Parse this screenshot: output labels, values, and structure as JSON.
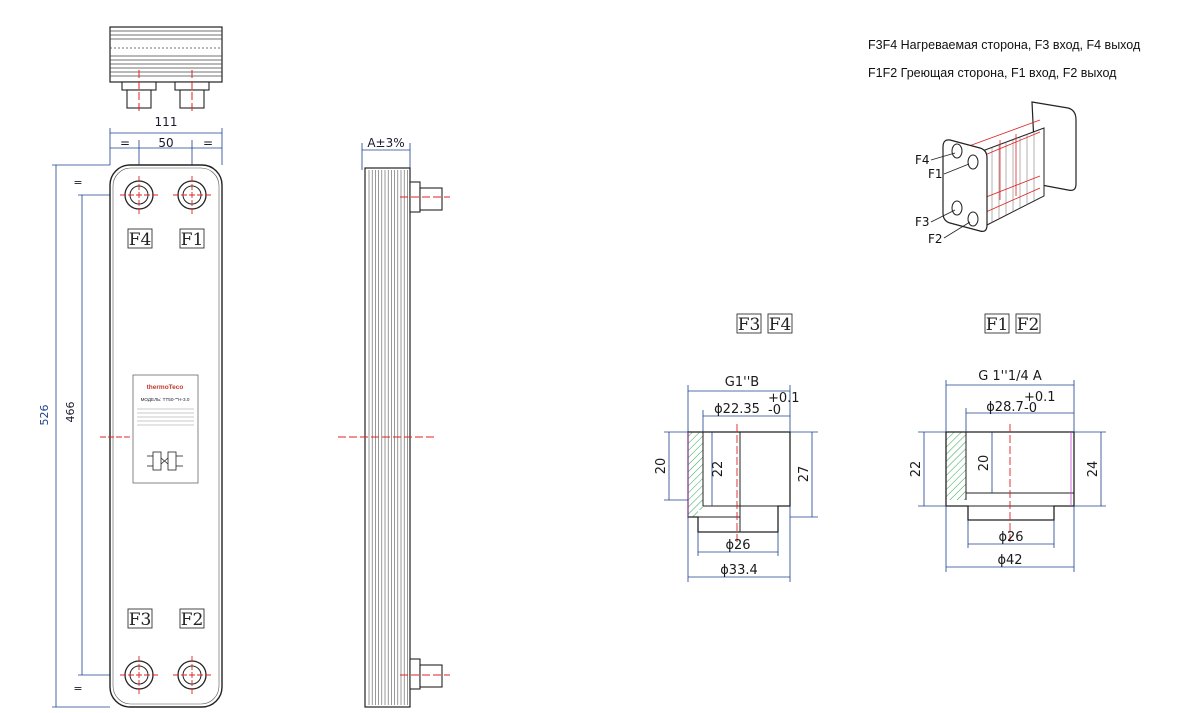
{
  "legend": {
    "line1": "F3F4 Нагреваемая сторона, F3 вход, F4 выход",
    "line2": "F1F2 Греющая сторона, F1 вход, F2 выход"
  },
  "front_view": {
    "width_total": "111",
    "port_spacing": "50",
    "eq_mark": "=",
    "height_total": "526",
    "port_center_distance": "466",
    "ports": {
      "top_left": "F4",
      "top_right": "F1",
      "bottom_left": "F3",
      "bottom_right": "F2"
    },
    "nameplate": {
      "brand": "thermoTeco",
      "model": "МОДЕЛЬ: TT50-\"\"H-3.0"
    }
  },
  "side_view": {
    "thickness": "A±3%"
  },
  "iso_view": {
    "labels": [
      "F4",
      "F1",
      "F3",
      "F2"
    ]
  },
  "detail_f3f4": {
    "title_a": "F3",
    "title_b": "F4",
    "thread": "G1''B",
    "bore": "ϕ22.35",
    "tol_plus": "+0.1",
    "tol_minus": "-0",
    "h_left": "20",
    "h_inner": "22",
    "h_right": "27",
    "d_inner": "ϕ26",
    "d_outer": "ϕ33.4"
  },
  "detail_f1f2": {
    "title_a": "F1",
    "title_b": "F2",
    "thread": "G 1''1/4  A",
    "bore": "ϕ28.7",
    "tol_plus": "+0.1",
    "tol_minus": "-0",
    "h_left": "22",
    "h_inner": "20",
    "h_right": "24",
    "d_inner": "ϕ26",
    "d_outer": "ϕ42"
  }
}
